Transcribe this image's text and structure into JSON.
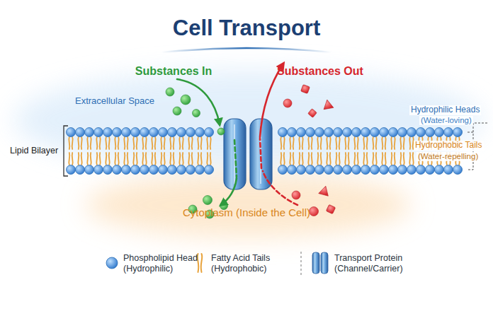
{
  "diagram": {
    "title": "Cell Transport",
    "labels": [
      "Substances In",
      "Substances Out",
      "Extracellular Space",
      "Lipid Bilayer",
      "Hydrophilic Heads",
      "(Water-loving)",
      "Hydrophobic Tails",
      "(Water-repelling)",
      "Cytoplasm (Inside the Cell)"
    ],
    "legend": [
      {
        "text": "Phospholipid Head (Hydrophilic)"
      },
      {
        "text": "Fatty Acid Tails (Hydrophobic)"
      },
      {
        "text": "Transport Protein (Channel/Carrier)"
      }
    ]
  }
}
